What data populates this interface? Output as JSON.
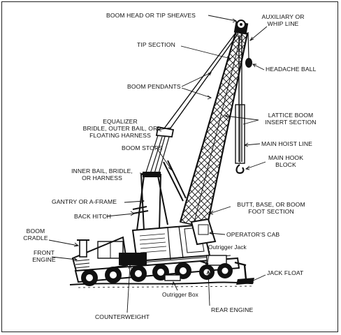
{
  "labels": {
    "boom_head": "BOOM HEAD OR TIP SHEAVES",
    "auxiliary_line": "AUXILIARY OR\nWHIP LINE",
    "tip_section": "TIP SECTION",
    "headache_ball": "HEADACHE BALL",
    "boom_pendants": "BOOM PENDANTS",
    "lattice_boom": "LATTICE BOOM\nINSERT SECTION",
    "equalizer": "EQUALIZER\nBRIDLE, OUTER BAIL, OR\nFLOATING HARNESS",
    "main_hoist_line": "MAIN HOIST LINE",
    "boom_stops": "BOOM STOPS",
    "main_hook_block": "MAIN HOOK\nBLOCK",
    "inner_bail": "INNER BAIL, BRIDLE,\nOR HARNESS",
    "gantry": "GANTRY OR A-FRAME",
    "butt_section": "BUTT, BASE, OR BOOM\nFOOT SECTION",
    "back_hitch": "BACK HITCH",
    "boom_cradle": "BOOM\nCRADLE",
    "operators_cab": "OPERATOR'S CAB",
    "front_engine": "FRONT\nENGINE",
    "outrigger_jack": "Outrigger Jack",
    "jack_float": "JACK FLOAT",
    "outrigger_box": "Outrigger Box",
    "rear_engine": "REAR ENGINE",
    "counterweight": "COUNTERWEIGHT"
  }
}
